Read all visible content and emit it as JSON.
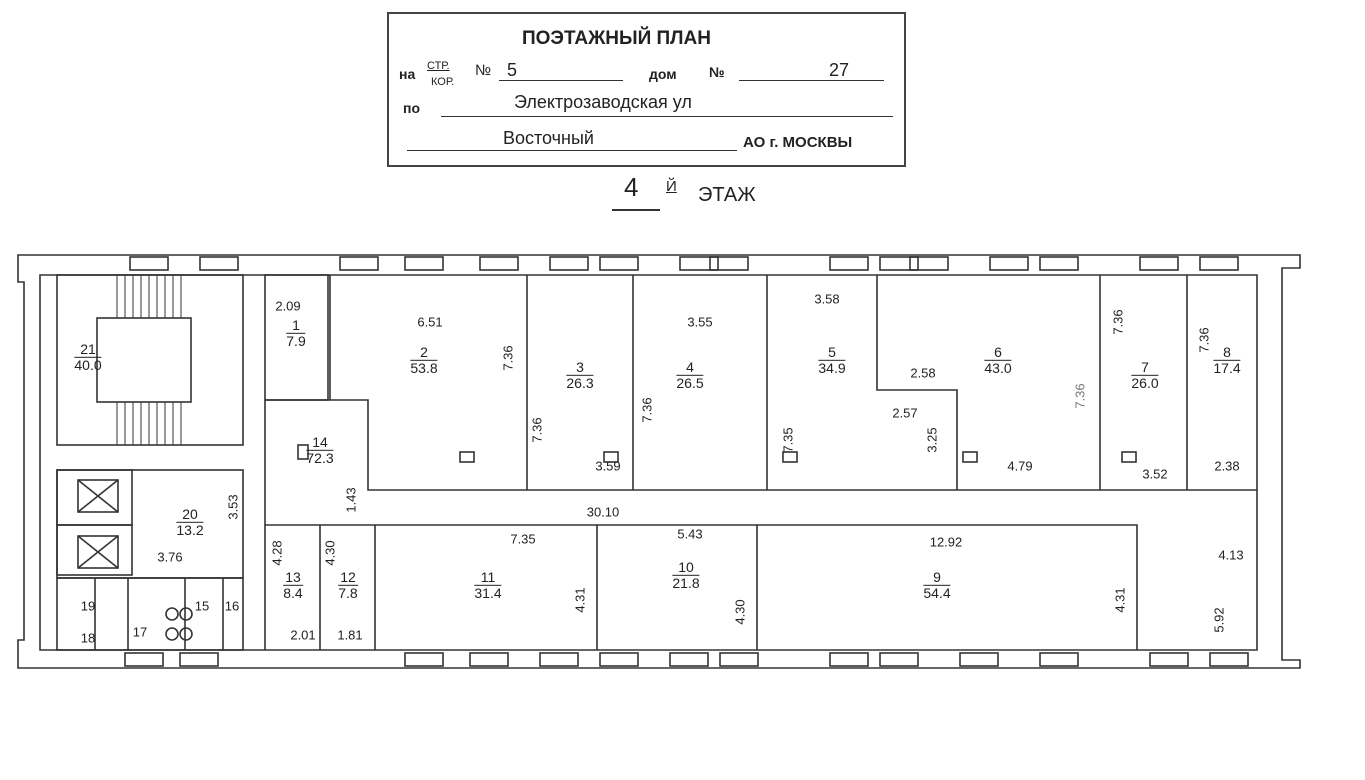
{
  "stamp": {
    "title": "ПОЭТАЖНЫЙ ПЛАН",
    "na": "на",
    "str": "СТР.",
    "kor": "КОР.",
    "num_sign": "№",
    "building_no": "5",
    "dom": "дом",
    "house_no": "27",
    "po": "по",
    "street": "Электрозаводская ул",
    "district": "Восточный",
    "ao": "АО г. МОСКВЫ"
  },
  "floor": {
    "number": "4",
    "suffix": "Й",
    "label": "ЭТАЖ"
  },
  "rooms": [
    {
      "no": "21",
      "area": "40.0"
    },
    {
      "no": "20",
      "area": "13.2"
    },
    {
      "no": "1",
      "area": "7.9"
    },
    {
      "no": "14",
      "area": "72.3"
    },
    {
      "no": "2",
      "area": "53.8"
    },
    {
      "no": "3",
      "area": "26.3"
    },
    {
      "no": "4",
      "area": "26.5"
    },
    {
      "no": "5",
      "area": "34.9"
    },
    {
      "no": "6",
      "area": "43.0"
    },
    {
      "no": "7",
      "area": "26.0"
    },
    {
      "no": "8",
      "area": "17.4"
    },
    {
      "no": "13",
      "area": "8.4"
    },
    {
      "no": "12",
      "area": "7.8"
    },
    {
      "no": "11",
      "area": "31.4"
    },
    {
      "no": "10",
      "area": "21.8"
    },
    {
      "no": "9",
      "area": "54.4"
    }
  ],
  "small_rooms": [
    "19",
    "18",
    "17",
    "15",
    "16"
  ],
  "dimensions": [
    "2.09",
    "6.51",
    "7.36",
    "7.36",
    "3.59",
    "7.36",
    "3.55",
    "7.35",
    "3.58",
    "2.58",
    "2.57",
    "3.25",
    "4.79",
    "7.36",
    "7.36",
    "3.52",
    "7.36",
    "2.38",
    "3.53",
    "3.76",
    "1.43",
    "30.10",
    "5.43",
    "7.35",
    "12.92",
    "4.28",
    "4.30",
    "2.01",
    "1.81",
    "4.31",
    "4.30",
    "4.31",
    "4.13",
    "5.92"
  ]
}
